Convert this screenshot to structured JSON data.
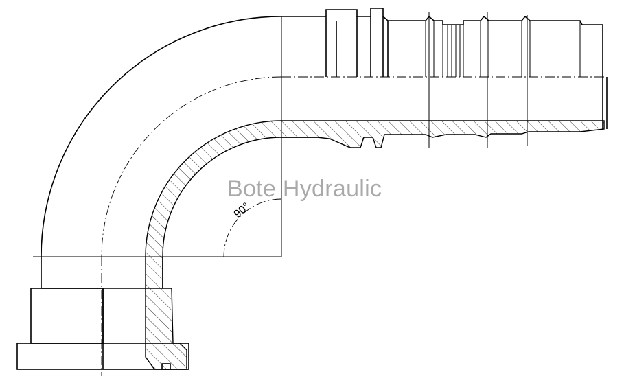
{
  "drawing": {
    "subject": "90-degree elbow hose fitting (sectional view)",
    "angle_label": "90°",
    "watermark": "Bote Hydraulic"
  }
}
